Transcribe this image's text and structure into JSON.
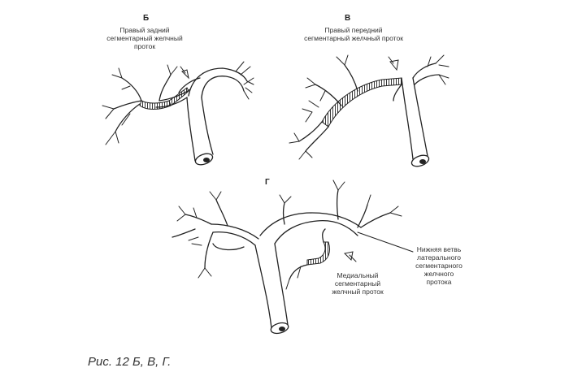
{
  "panels": {
    "b": {
      "letter": "Б",
      "label_lines": [
        "Правый задний",
        "сегментарный желчный",
        "проток"
      ]
    },
    "v": {
      "letter": "В",
      "label_lines": [
        "Правый передний",
        "сегментарный желчный проток"
      ]
    },
    "g": {
      "letter": "Г",
      "medial_label_lines": [
        "Медиальный",
        "сегментарный",
        "желчный проток"
      ],
      "lower_branch_label_lines": [
        "Нижняя ветвь",
        "латерального",
        "сегментарного",
        "желчного",
        "протока"
      ]
    }
  },
  "caption": "Рис. 12 Б, В, Г."
}
